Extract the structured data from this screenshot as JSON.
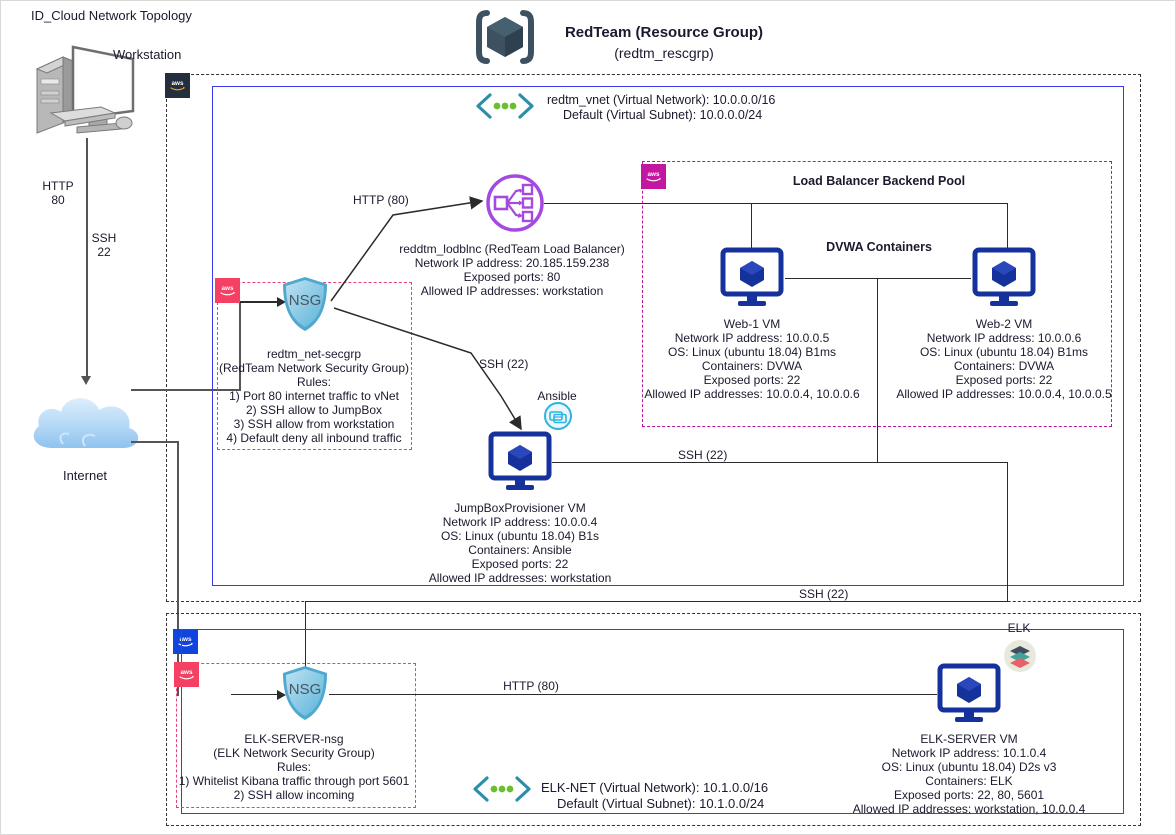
{
  "diagram": {
    "title": "ID_Cloud Network Topology"
  },
  "resource_group": {
    "name": "RedTeam (Resource Group)",
    "id": "(redtm_rescgrp)",
    "icon": "cube-bracket-icon"
  },
  "vnet_red": {
    "icon": "vnet-chevron-icon",
    "line1": "redtm_vnet (Virtual Network): 10.0.0.0/16",
    "line2": "Default (Virtual Subnet): 10.0.0.0/24"
  },
  "vnet_elk": {
    "icon": "vnet-chevron-icon",
    "line1": "ELK-NET (Virtual Network): 10.1.0.0/16",
    "line2": "Default (Virtual Subnet): 10.1.0.0/24"
  },
  "workstation": {
    "label": "Workstation",
    "icon": "desktop-computer-icon"
  },
  "internet": {
    "label": "Internet",
    "icon": "cloud-icon"
  },
  "edges": {
    "ws_http": "HTTP\n80",
    "ws_ssh": "SSH\n22",
    "nsg_to_lb": "HTTP (80)",
    "nsg_to_jumpbox": "SSH (22)",
    "jumpbox_to_web": "SSH (22)",
    "jumpbox_to_elk": "SSH (22)",
    "elknsg_to_elkserver": "HTTP (80)"
  },
  "nsg_red": {
    "icon": "shield-nsg-icon",
    "badge": "NSG",
    "name": "redtm_net-secgrp",
    "group": "(RedTeam Network Security Group)",
    "rules_header": "Rules:",
    "rules": [
      "1) Port 80 internet traffic to vNet",
      "2) SSH allow to JumpBox",
      "3) SSH allow from workstation",
      "4) Default deny all inbound traffic"
    ]
  },
  "nsg_elk": {
    "icon": "shield-nsg-icon",
    "badge": "NSG",
    "name": "ELK-SERVER-nsg",
    "group": "(ELK Network Security Group)",
    "rules_header": "Rules:",
    "rules": [
      "1) Whitelist Kibana traffic through port 5601",
      "2) SSH allow incoming"
    ]
  },
  "load_balancer": {
    "icon": "load-balancer-icon",
    "name": "reddtm_lodblnc (RedTeam Load Balancer)",
    "ip": "Network IP address: 20.185.159.238",
    "ports": "Exposed ports: 80",
    "allowed": "Allowed IP addresses: workstation"
  },
  "backend_pool": {
    "title": "Load Balancer Backend Pool",
    "containers_label": "DVWA Containers"
  },
  "web1": {
    "icon": "vm-monitor-icon",
    "name": "Web-1 VM",
    "ip": "Network IP address: 10.0.0.5",
    "os": "OS: Linux (ubuntu 18.04) B1ms",
    "containers": "Containers: DVWA",
    "ports": "Exposed ports: 22",
    "allowed": "Allowed IP addresses: 10.0.0.4, 10.0.0.6"
  },
  "web2": {
    "icon": "vm-monitor-icon",
    "name": "Web-2 VM",
    "ip": "Network IP address: 10.0.0.6",
    "os": "OS: Linux (ubuntu 18.04) B1ms",
    "containers": "Containers: DVWA",
    "ports": "Exposed ports: 22",
    "allowed": "Allowed IP addresses: 10.0.0.4, 10.0.0.5"
  },
  "jumpbox": {
    "icon": "vm-monitor-icon",
    "ansible_label": "Ansible",
    "ansible_icon": "ansible-container-icon",
    "name": "JumpBoxProvisioner VM",
    "ip": "Network IP address: 10.0.0.4",
    "os": "OS: Linux (ubuntu 18.04) B1s",
    "containers": "Containers: Ansible",
    "ports": "Exposed ports: 22",
    "allowed": "Allowed IP addresses: workstation"
  },
  "elk_server": {
    "icon": "vm-monitor-icon",
    "elk_label": "ELK",
    "elk_icon": "elk-stack-icon",
    "name": "ELK-SERVER VM",
    "ip": "Network IP address: 10.1.0.4",
    "os": "OS: Linux (ubuntu 18.04) D2s v3",
    "containers": "Containers: ELK",
    "ports": "Exposed ports: 22, 80, 5601",
    "allowed": "Allowed IP addresses: workstation, 10.0.0.4"
  },
  "aws_badges": {
    "dark_label": "aws",
    "pink_label": "aws",
    "magenta_label": "aws",
    "blue_label": "aws"
  },
  "colors": {
    "vnet_border": "#3a3af0",
    "nsg_pink": "#e8427a",
    "backend_magenta": "#b5179e",
    "vm_blue": "#15319b",
    "lb_purple": "#a44ae0",
    "aws_dark": "#232f3e",
    "aws_pink": "#f53f63",
    "aws_magenta": "#c2179e",
    "aws_blue": "#1144dd",
    "chevron_teal": "#2a8fa8",
    "chevron_dot": "#6abf2f"
  }
}
